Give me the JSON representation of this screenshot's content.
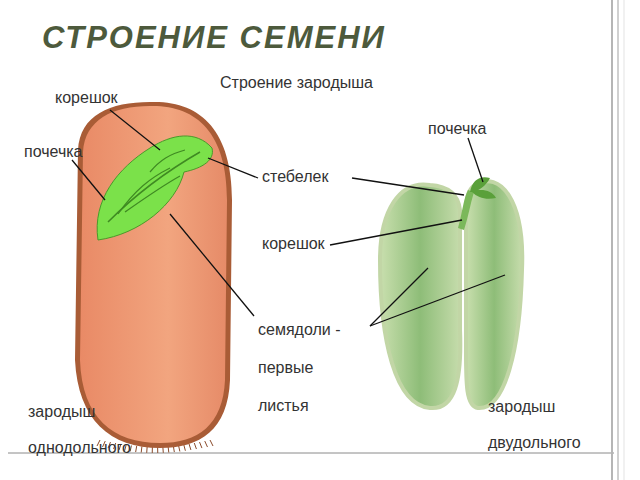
{
  "diagram": {
    "title": "СТРОЕНИЕ СЕМЕНИ",
    "labels": [
      "Строение зародыша",
      "корешок",
      "почечка",
      "почечка",
      "стебелек",
      "корешок",
      "семядоли - первые листья",
      "зародыш однодольного",
      "зародыш двудольного"
    ]
  }
}
